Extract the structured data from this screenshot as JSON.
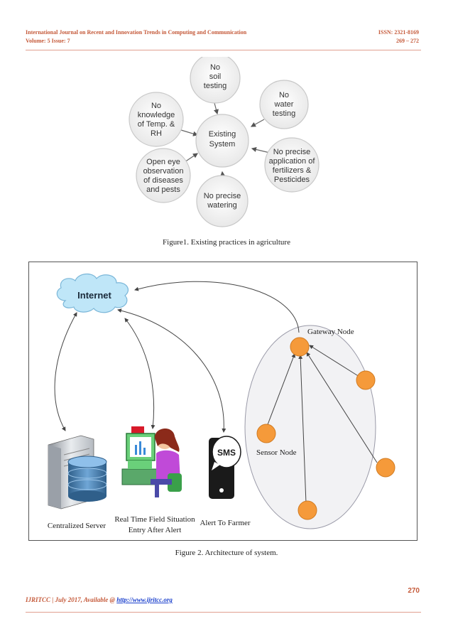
{
  "header": {
    "journal": "International Journal on Recent and Innovation Trends in Computing and Communication",
    "volume": "Volume: 5 Issue: 7",
    "issn": "ISSN: 2321-8169",
    "pages": "269 – 272"
  },
  "figure1": {
    "center": [
      "Existing",
      "System"
    ],
    "nodes": [
      {
        "lines": [
          "No",
          "soil",
          "testing"
        ]
      },
      {
        "lines": [
          "No",
          "water",
          "testing"
        ]
      },
      {
        "lines": [
          "No precise",
          "application of",
          "fertilizers &",
          "Pesticides"
        ]
      },
      {
        "lines": [
          "No precise",
          "watering"
        ]
      },
      {
        "lines": [
          "Open eye",
          "observation",
          "of diseases",
          "and pests"
        ]
      },
      {
        "lines": [
          "No",
          "knowledge",
          "of Temp. &",
          "RH"
        ]
      }
    ],
    "caption": "Figure1. Existing practices in agriculture"
  },
  "figure2": {
    "internet_label": "Internet",
    "gateway_label": "Gateway Node",
    "sensor_label": "Sensor Node",
    "sms_label": "SMS",
    "server_label": "Centralized Server",
    "entry_label_1": "Real Time Field Situation",
    "entry_label_2": "Entry After Alert",
    "alert_label": "Alert To Farmer",
    "caption": "Figure 2. Architecture of system."
  },
  "footer": {
    "prefix": "IJRITCC | July 2017, Available @ ",
    "link": "http://www.ijritcc.org",
    "page": "270"
  },
  "colors": {
    "header_text": "#c55a3a",
    "cloud_fill": "#bfe6f8",
    "node_fill": "#f59a3a",
    "link": "#1a3fcc"
  }
}
